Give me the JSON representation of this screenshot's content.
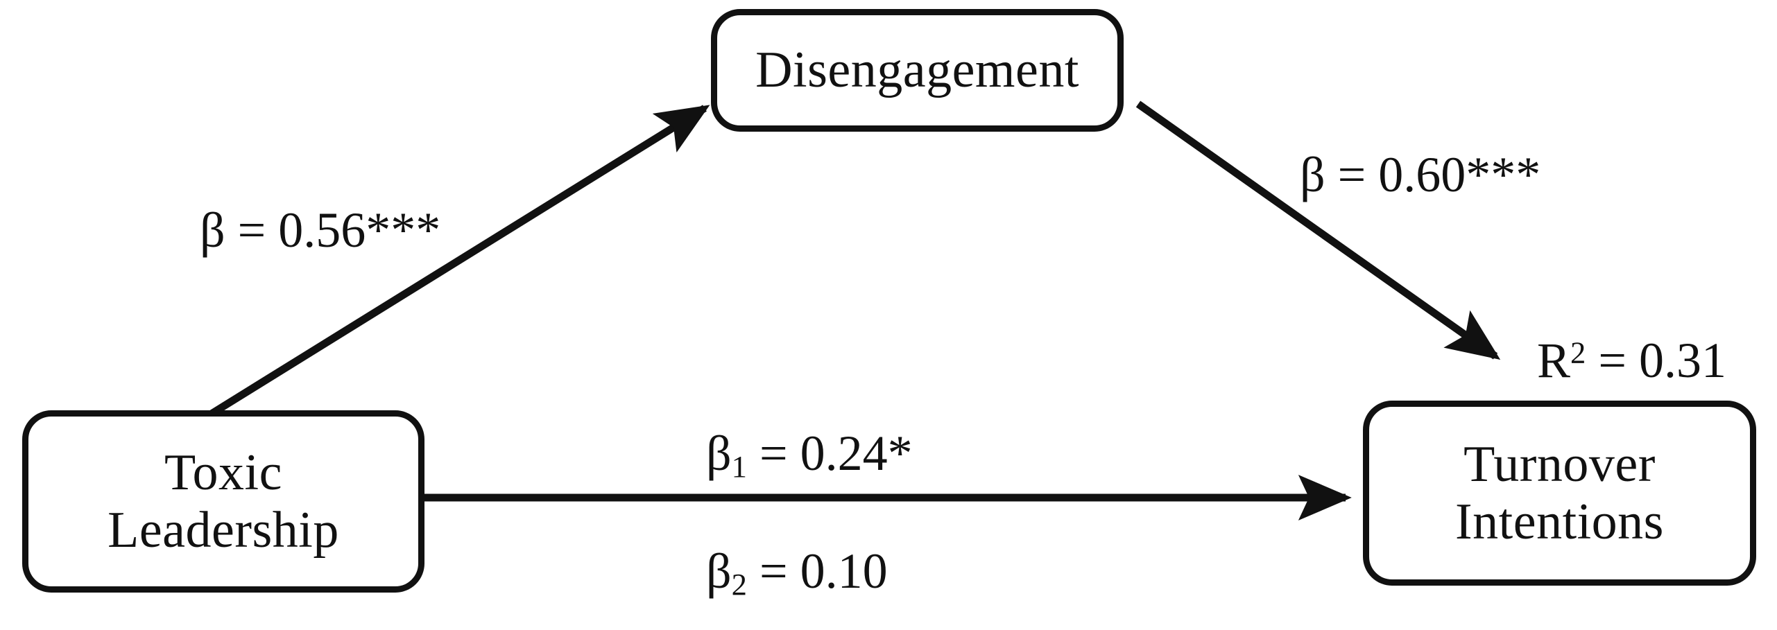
{
  "diagram": {
    "type": "mediation-path-model",
    "nodes": [
      {
        "id": "toxic-leadership",
        "lines": [
          "Toxic",
          "Leadership"
        ]
      },
      {
        "id": "disengagement",
        "lines": [
          "Disengagement"
        ]
      },
      {
        "id": "turnover-intentions",
        "lines": [
          "Turnover",
          "Intentions"
        ]
      }
    ],
    "edges": [
      {
        "id": "a-path",
        "from": "toxic-leadership",
        "to": "disengagement",
        "symbol": "β",
        "equals": "=",
        "coefficient": "0.56",
        "significance": "***",
        "label": "β = 0.56***"
      },
      {
        "id": "b-path",
        "from": "disengagement",
        "to": "turnover-intentions",
        "symbol": "β",
        "equals": "=",
        "coefficient": "0.60",
        "significance": "***",
        "label": "β = 0.60***"
      },
      {
        "id": "c1-path",
        "from": "toxic-leadership",
        "to": "turnover-intentions",
        "symbol": "β",
        "subscript": "1",
        "equals": "=",
        "coefficient": "0.24",
        "significance": "*",
        "label": "β1 = 0.24*"
      },
      {
        "id": "c2-path",
        "from": "toxic-leadership",
        "to": "turnover-intentions",
        "symbol": "β",
        "subscript": "2",
        "equals": "=",
        "coefficient": "0.10",
        "significance": "",
        "label": "β2 = 0.10"
      }
    ],
    "statistics": [
      {
        "id": "r-squared",
        "symbol": "R",
        "superscript": "2",
        "equals": "=",
        "value": "0.31",
        "label": "R2 = 0.31",
        "applies_to": "turnover-intentions"
      }
    ],
    "colors": {
      "stroke": "#111111",
      "fill": "#ffffff",
      "text": "#111111"
    }
  }
}
